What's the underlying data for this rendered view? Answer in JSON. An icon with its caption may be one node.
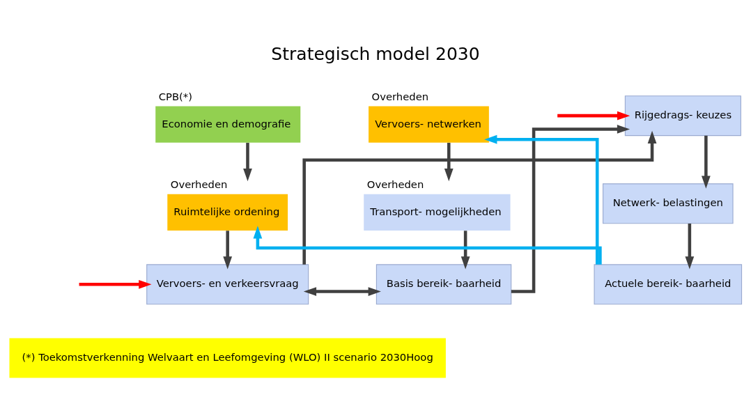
{
  "diagram": {
    "title": "Strategisch model 2030",
    "caption": "(*) Toekomstverkenning Welvaart en Leefomgeving (WLO) II scenario 2030Hoog",
    "nodes": [
      {
        "text": [
          "Economie en demografie"
        ],
        "beside": [
          "CPB(*)"
        ]
      },
      {
        "text": [
          "Ruimtelijke ordening"
        ],
        "beside": [
          "Overheden"
        ]
      },
      {
        "text": [
          "Vervoers- en verkeersvraag"
        ]
      },
      {
        "text": [
          "Vervoers- netwerken"
        ],
        "beside": [
          "Overheden"
        ]
      },
      {
        "text": [
          "Transport- mogelijkheden"
        ],
        "beside": [
          "Overheden"
        ]
      },
      {
        "text": [
          "Basis bereik- baarheid"
        ]
      },
      {
        "text": [
          "Rijgedrags- keuzes"
        ]
      },
      {
        "text": [
          "Netwerk- belastingen"
        ]
      },
      {
        "text": [
          "Actuele bereik- baarheid"
        ]
      }
    ],
    "edges": [
      {
        "from": 0,
        "to": 1,
        "arrow": "to"
      },
      {
        "from": 1,
        "to": 2,
        "arrow": "to"
      },
      {
        "from": 3,
        "to": 4,
        "arrow": "to"
      },
      {
        "from": 4,
        "to": 5,
        "arrow": "to"
      },
      {
        "from": 2,
        "to": 5,
        "arrow": "both"
      },
      {
        "from": 2,
        "to": 6,
        "arrow": "to"
      },
      {
        "from": 5,
        "to": 6,
        "arrow": "to"
      },
      {
        "from": null,
        "to": 6,
        "arrow": "to",
        "color": "#ff0000"
      },
      {
        "from": 6,
        "to": 7,
        "arrow": "to"
      },
      {
        "from": 7,
        "to": 8,
        "arrow": "to"
      },
      {
        "from": 8,
        "to": 3,
        "arrow": "to",
        "color": "#00b0f0"
      },
      {
        "from": 8,
        "to": 1,
        "arrow": "to",
        "color": "#00b0f0"
      },
      {
        "from": null,
        "to": 2,
        "arrow": "to",
        "color": "#ff0000"
      }
    ]
  }
}
